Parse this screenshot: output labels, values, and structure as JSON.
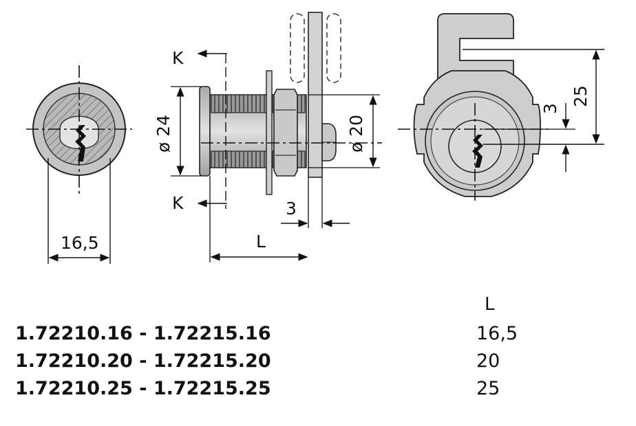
{
  "dimensions": {
    "front_width": "16,5",
    "flange_diameter": "ø 24",
    "body_diameter": "ø 20",
    "section_mark": "K",
    "cam_thickness": "3",
    "length": "L",
    "slot_width": "3",
    "slot_height": "25"
  },
  "table": {
    "header": "L",
    "rows": [
      {
        "code": "1.72210.16 - 1.72215.16",
        "length": "16,5"
      },
      {
        "code": "1.72210.20 - 1.72215.20",
        "length": "20"
      },
      {
        "code": "1.72210.25 - 1.72215.25",
        "length": "25"
      }
    ]
  }
}
